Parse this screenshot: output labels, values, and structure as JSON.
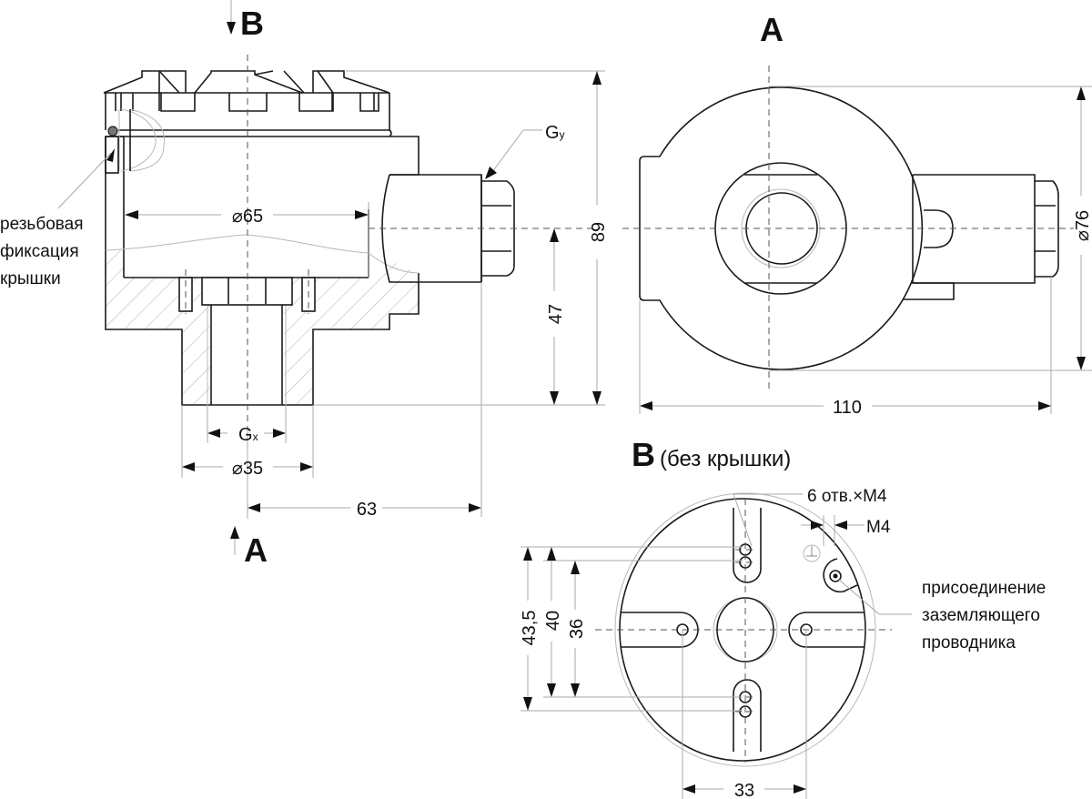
{
  "drawing": {
    "section_labels": {
      "view_b_top": "B",
      "view_a_top": "A",
      "view_a_bottom": "A",
      "view_b_title": "B",
      "view_b_subtitle": "(без крышки)"
    },
    "side_view": {
      "dim_cover_bore": "⌀65",
      "dim_height_total": "89",
      "dim_height_axis": "47",
      "dim_base_diameter": "⌀35",
      "dim_offset": "63",
      "thread_inlet": {
        "main": "G",
        "sub": "x"
      },
      "thread_gland": {
        "main": "G",
        "sub": "y"
      },
      "note_thread_lock": [
        "резьбовая",
        "фиксация",
        "крышки"
      ]
    },
    "top_view": {
      "dim_width": "110",
      "dim_diameter": "⌀76"
    },
    "view_b": {
      "dim_43_5": "43,5",
      "dim_40": "40",
      "dim_36": "36",
      "dim_33": "33",
      "note_holes": "6 отв.×М4",
      "note_m4": "М4",
      "note_ground": [
        "присоединение",
        "заземляющего",
        "проводника"
      ]
    }
  }
}
